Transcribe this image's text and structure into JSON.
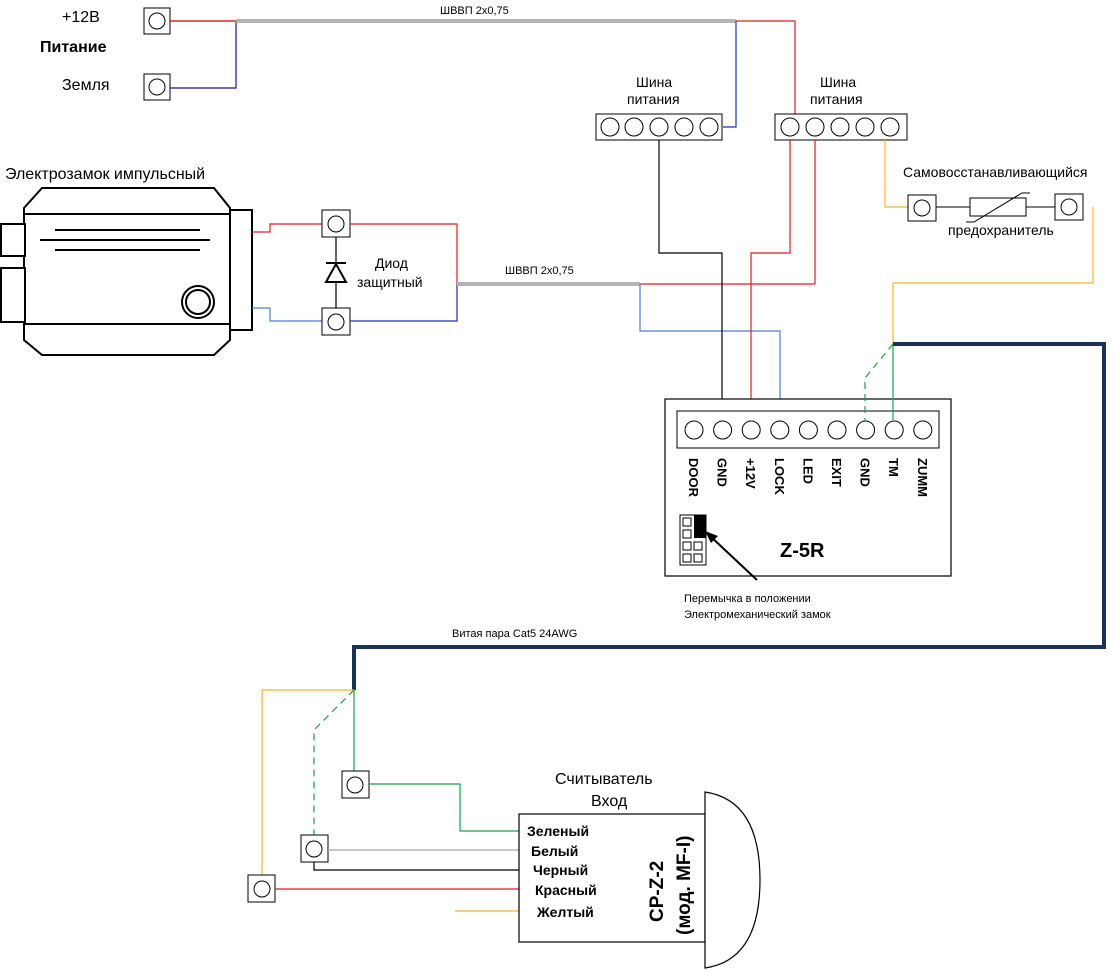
{
  "power": {
    "plus12": "+12В",
    "title": "Питание",
    "ground": "Земля",
    "cable_top": "ШВВП 2х0,75"
  },
  "busbars": {
    "left": {
      "line1": "Шина",
      "line2": "питания"
    },
    "right": {
      "line1": "Шина",
      "line2": "питания"
    }
  },
  "lock": {
    "title": "Электрозамок импульсный"
  },
  "diode": {
    "line1": "Диод",
    "line2": "защитный"
  },
  "cable_mid": "ШВВП 2х0,75",
  "fuse": {
    "line1": "Самовосстанавливающийся",
    "line2": "предохранитель"
  },
  "controller": {
    "name": "Z-5R",
    "terminals": [
      "DOOR",
      "GND",
      "+12V",
      "LOCK",
      "LED",
      "EXIT",
      "GND",
      "TM",
      "ZUMM"
    ],
    "jumper_note": [
      "Перемычка в положении",
      "Электромеханический замок"
    ]
  },
  "cable_cat5": "Витая пара Cat5 24AWG",
  "reader": {
    "title1": "Считыватель",
    "title2": "Вход",
    "model1": "CP-Z-2",
    "model2": "(мод. MF-I)",
    "wires": [
      "Зеленый",
      "Белый",
      "Черный",
      "Красный",
      "Желтый"
    ]
  },
  "colors": {
    "red": "#e31b1b",
    "blue": "#1f2fb5",
    "lightblue": "#4a7fd0",
    "yellow": "#f5b820",
    "green": "#17a34a",
    "gray": "#b4b4b4",
    "navy": "#1b3157",
    "black": "#000000"
  }
}
